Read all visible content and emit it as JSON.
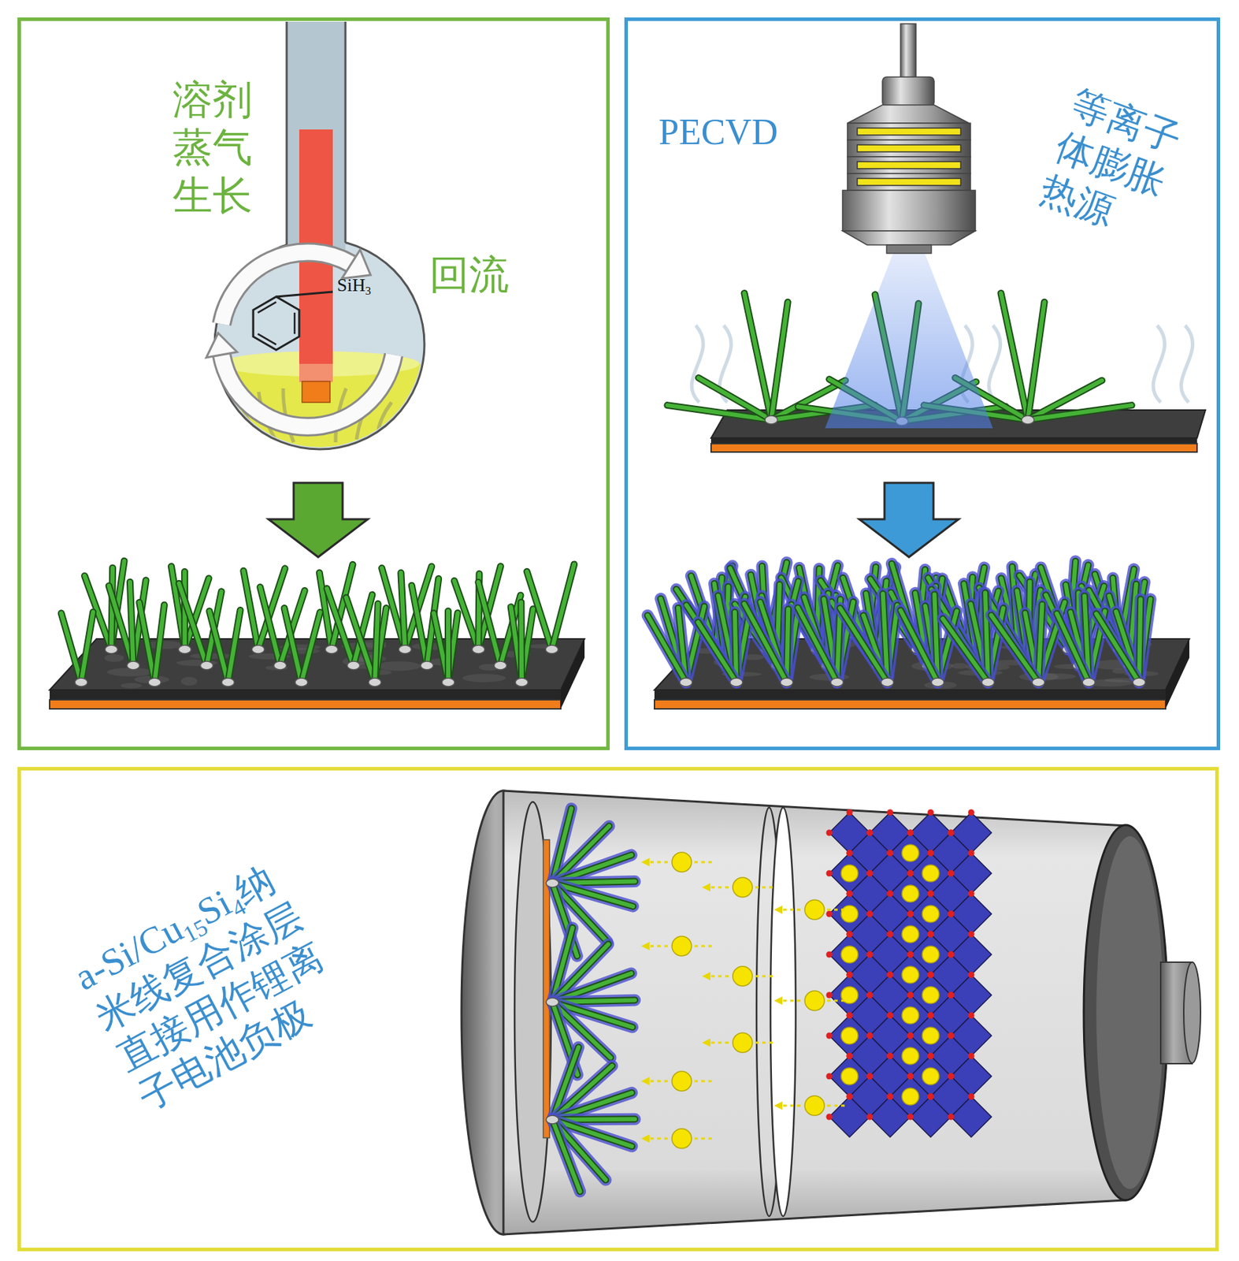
{
  "diagram": {
    "nodes": [
      {
        "text": [
          "溶剂 蒸气 生长",
          "回流"
        ]
      },
      {
        "text": [
          "PECVD",
          "等离子 体膨胀 热源"
        ]
      },
      {
        "text": [
          "a-Si/Cu15Si4纳 米线复合涂层 直接用作锂离 子电池负极"
        ]
      }
    ],
    "labels": [
      "SiH3"
    ]
  }
}
